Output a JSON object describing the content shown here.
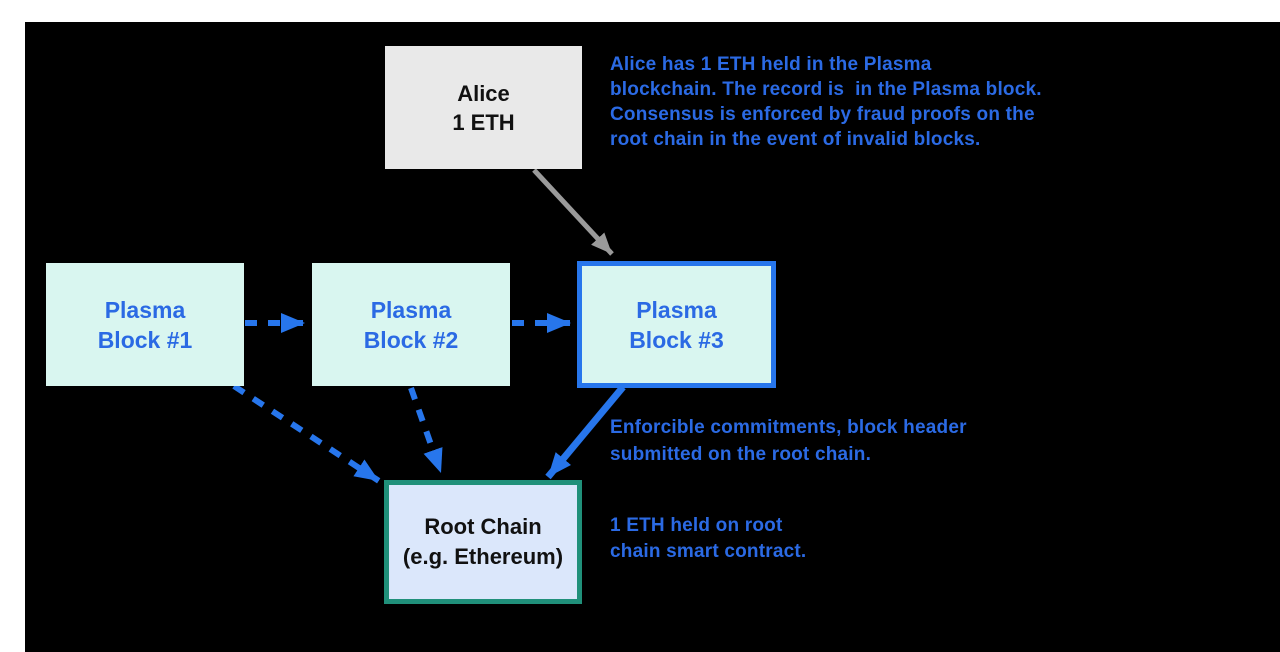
{
  "colors": {
    "page-bg": "#ffffff",
    "board-bg": "#000000",
    "mint-fill": "#d9f6f0",
    "alice-fill": "#e9e9e9",
    "root-fill": "#dbe7fb",
    "blue-accent": "#2776ec",
    "teal-accent": "#20907a",
    "blue-text": "#2b6ae4",
    "gray-arrow": "#9a9a9a",
    "box-text-dark": "#111111"
  },
  "boxes": {
    "alice": {
      "label": "Alice\n1 ETH"
    },
    "plasma_blocks": [
      {
        "label": "Plasma\nBlock #1"
      },
      {
        "label": "Plasma\nBlock #2"
      },
      {
        "label": "Plasma\nBlock #3"
      }
    ],
    "root_chain": {
      "label": "Root Chain\n(e.g. Ethereum)"
    }
  },
  "annotations": {
    "alice_note": "Alice has 1 ETH held in the Plasma\nblockchain. The record is  in the Plasma block.\nConsensus is enforced by fraud proofs on the\nroot chain in the event of invalid blocks.",
    "commitments_note": "Enforcible commitments, block header\nsubmitted on the root chain.",
    "eth_held_note": "1 ETH held on root\nchain smart contract."
  }
}
